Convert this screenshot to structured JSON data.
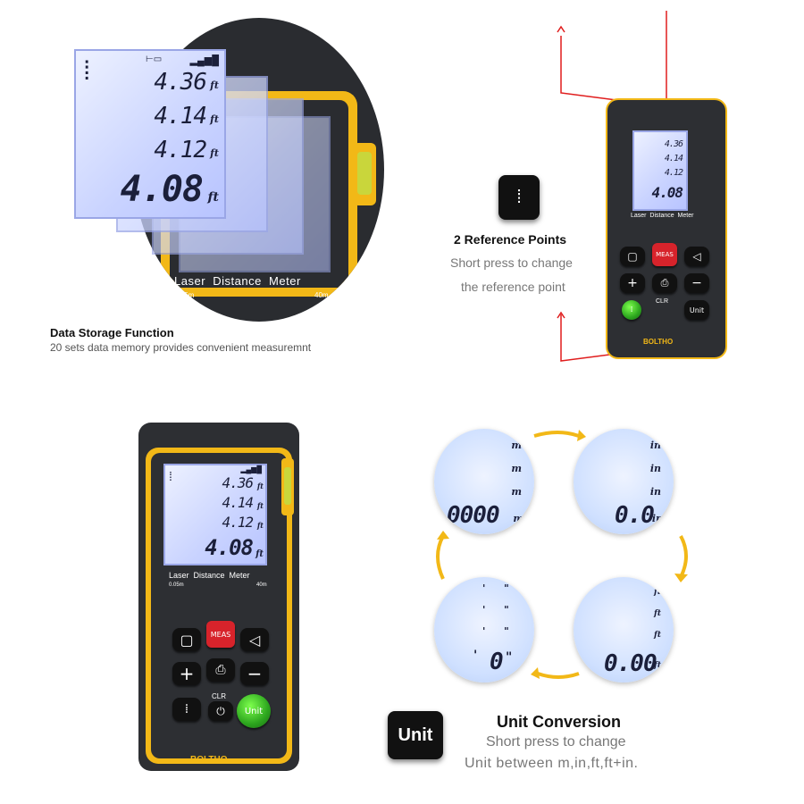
{
  "storage": {
    "readings": [
      "4.36",
      "4.14",
      "4.12"
    ],
    "main_reading": "4.08",
    "unit": "ft",
    "panel_label": "Laser  Distance  Meter",
    "range_min": "0.05m",
    "range_max": "40m",
    "title": "Data Storage Function",
    "subtitle": "20 sets data memory provides convenient measuremnt"
  },
  "reference": {
    "title": "2 Reference Points",
    "line1": "Short press to change",
    "line2": "the reference point"
  },
  "device": {
    "panel_label": "Laser  Distance  Meter",
    "range_min": "0.05m",
    "range_max": "40m",
    "readings": [
      "4.36",
      "4.14",
      "4.12"
    ],
    "main_reading": "4.08",
    "unit": "ft",
    "keys": {
      "meas": "MEAS",
      "plus": "+",
      "minus": "−",
      "clr": "CLR",
      "unit": "Unit"
    },
    "brand": "BOLTHO"
  },
  "unit_conversion": {
    "title": "Unit Conversion",
    "line1": "Short press to change",
    "line2": "Unit between m,in,ft,ft+in.",
    "button_label": "Unit",
    "circles": [
      {
        "unit": "m",
        "value": "0000"
      },
      {
        "unit": "in",
        "value": "0.0"
      },
      {
        "unit": "ft",
        "value": "0.00"
      },
      {
        "unit": "\"",
        "value": "0"
      }
    ]
  },
  "colors": {
    "accent": "#f2b817",
    "laser": "#e01d1d",
    "meas": "#d7232b",
    "unit_key": "#2ca51e"
  }
}
